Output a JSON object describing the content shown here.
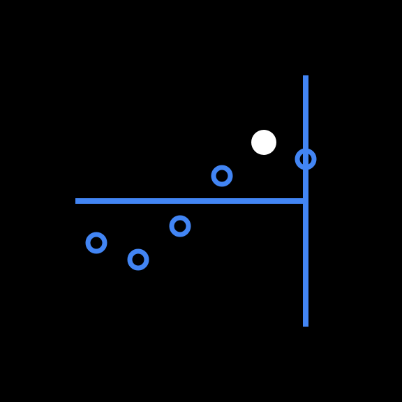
{
  "colors": {
    "background": "#000000",
    "accent": "#4285f4",
    "highlight": "#ffffff"
  },
  "chart_data": {
    "type": "scatter",
    "marker": "ring",
    "grid": false,
    "xlim": [
      -4.5,
      1.5
    ],
    "ylim": [
      -3,
      3
    ],
    "axes": {
      "horizontal_line_at_y": 0,
      "vertical_line_at_x": 1
    },
    "points": [
      {
        "x": -4,
        "y": -1
      },
      {
        "x": -3,
        "y": -1.4
      },
      {
        "x": -2,
        "y": -0.6
      },
      {
        "x": -1,
        "y": 0.6
      },
      {
        "x": 0,
        "y": 1.4,
        "highlighted": true
      },
      {
        "x": 1,
        "y": 1
      }
    ]
  }
}
